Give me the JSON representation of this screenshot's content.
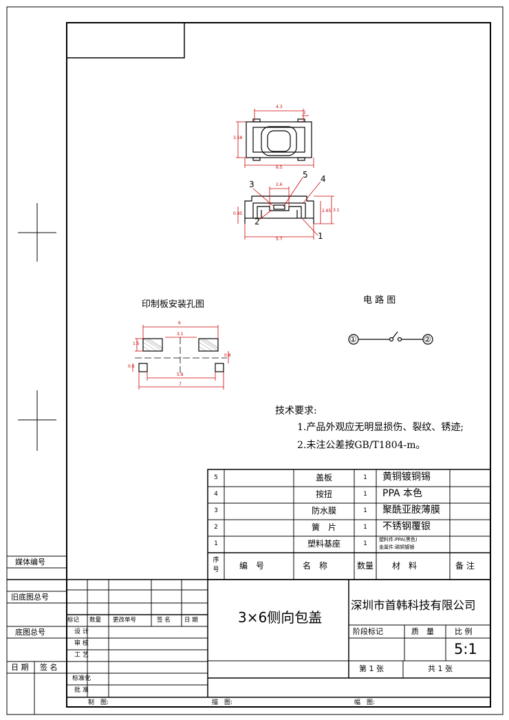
{
  "drawing": {
    "pcb_title": "印制板安装孔图",
    "circuit_title": "电 路 图",
    "circuit_pins": [
      "①",
      "②"
    ],
    "tech_requirements": {
      "heading": "技术要求:",
      "items": [
        "1.产品外观应无明显损伤、裂纹、锈迹;",
        "2.未注公差按GB/T1804-m。"
      ]
    },
    "top_view_dims": {
      "top": "4.3",
      "tab": "1",
      "left": "3.58",
      "bottom": "6.5"
    },
    "side_view_dims": {
      "top": "2.6",
      "left": "0.45",
      "right_a": "2.65",
      "right_b": "3.1",
      "bottom": "5.7"
    },
    "callouts": [
      "1",
      "2",
      "3",
      "4",
      "5"
    ],
    "pcb_dims": {
      "top": "6",
      "inner": "3.1",
      "left": "1.5",
      "pad_gap": "0.8",
      "small": "0.6",
      "inner_bottom": "5.8",
      "bottom": "7"
    }
  },
  "bom": {
    "rows": [
      {
        "seq": "5",
        "code": "",
        "name": "盖板",
        "qty": "1",
        "material": "黄铜镀铜锡",
        "note": ""
      },
      {
        "seq": "4",
        "code": "",
        "name": "按扭",
        "qty": "1",
        "material": "PPA 本色",
        "note": ""
      },
      {
        "seq": "3",
        "code": "",
        "name": "防水膜",
        "qty": "1",
        "material": "聚酰亚胺薄膜",
        "note": ""
      },
      {
        "seq": "2",
        "code": "",
        "name": "簧　片",
        "qty": "1",
        "material": "不锈钢覆银",
        "note": ""
      },
      {
        "seq": "1",
        "code": "",
        "name": "塑料基座",
        "qty": "1",
        "material_line1": "塑料件:PPA(黑色)",
        "material_line2": "金属件:磷铜镀银",
        "note": ""
      }
    ],
    "header": {
      "seq_1": "序",
      "seq_2": "号",
      "code": "编　号",
      "name": "名　称",
      "qty": "数量",
      "material": "材　料",
      "note": "备 注"
    }
  },
  "title_block": {
    "part_name": "3×6侧向包盖",
    "company": "深圳市首韩科技有限公司",
    "stage_label": "阶段标记",
    "mass_label": "质　量",
    "scale_label": "比 例",
    "scale_value": "5:1",
    "sheet": "第 1 张",
    "total": "共 1 张",
    "rev_headers": [
      "标记",
      "数量",
      "更改单号",
      "签 名",
      "日 期"
    ],
    "roles": [
      "设 计",
      "审 核",
      "工 艺",
      "标准化",
      "批 准"
    ],
    "bottom_labels": [
      "制　图:",
      "描　图:",
      "幅　图:"
    ]
  },
  "left_margin": {
    "media_no": "媒体编号",
    "old_base_no": "旧底图总号",
    "base_no": "底图总号",
    "date": "日 期",
    "sign": "签 名"
  }
}
